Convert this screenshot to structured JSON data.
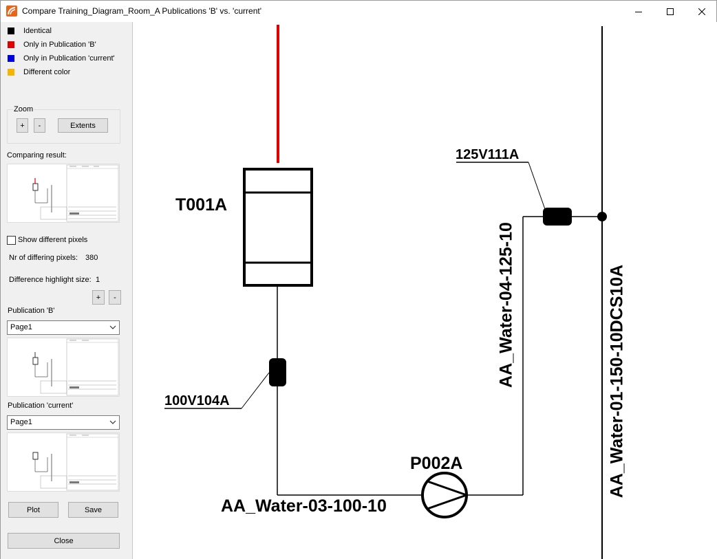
{
  "window": {
    "title": "Compare Training_Diagram_Room_A Publications 'B' vs. 'current'"
  },
  "legend": {
    "items": [
      {
        "label": "Identical",
        "color": "#000000"
      },
      {
        "label": "Only in Publication 'B'",
        "color": "#e00000"
      },
      {
        "label": "Only in Publication 'current'",
        "color": "#0000e0"
      },
      {
        "label": "Different color",
        "color": "#f5b400"
      }
    ]
  },
  "zoom": {
    "label": "Zoom",
    "plus_label": "+",
    "minus_label": "-",
    "extents_label": "Extents"
  },
  "comparing": {
    "label": "Comparing result:",
    "show_pixels_label": "Show different pixels",
    "show_pixels_checked": false,
    "differing_pixels_label": "Nr of differing pixels:",
    "differing_pixels_value": "380",
    "highlight_label": "Difference highlight size:",
    "highlight_value": "1",
    "plus_label": "+",
    "minus_label": "-"
  },
  "publication_b": {
    "label": "Publication 'B'",
    "selected_page": "Page1"
  },
  "publication_current": {
    "label": "Publication 'current'",
    "selected_page": "Page1"
  },
  "actions": {
    "plot_label": "Plot",
    "save_label": "Save",
    "close_label": "Close"
  },
  "diagram": {
    "tank_tag": "T001A",
    "valve_1_tag": "125V111A",
    "valve_2_tag": "100V104A",
    "pump_tag": "P002A",
    "line_1": "AA_Water-03-100-10",
    "line_2": "AA_Water-04-125-10",
    "line_3": "AA_Water-01-150-10DCS10A",
    "changed_color": "#e00000"
  },
  "icons": {
    "app": "app-logo-icon",
    "minimize": "minimize-icon",
    "maximize": "maximize-icon",
    "close": "close-icon",
    "dropdown": "chevron-down-icon"
  }
}
